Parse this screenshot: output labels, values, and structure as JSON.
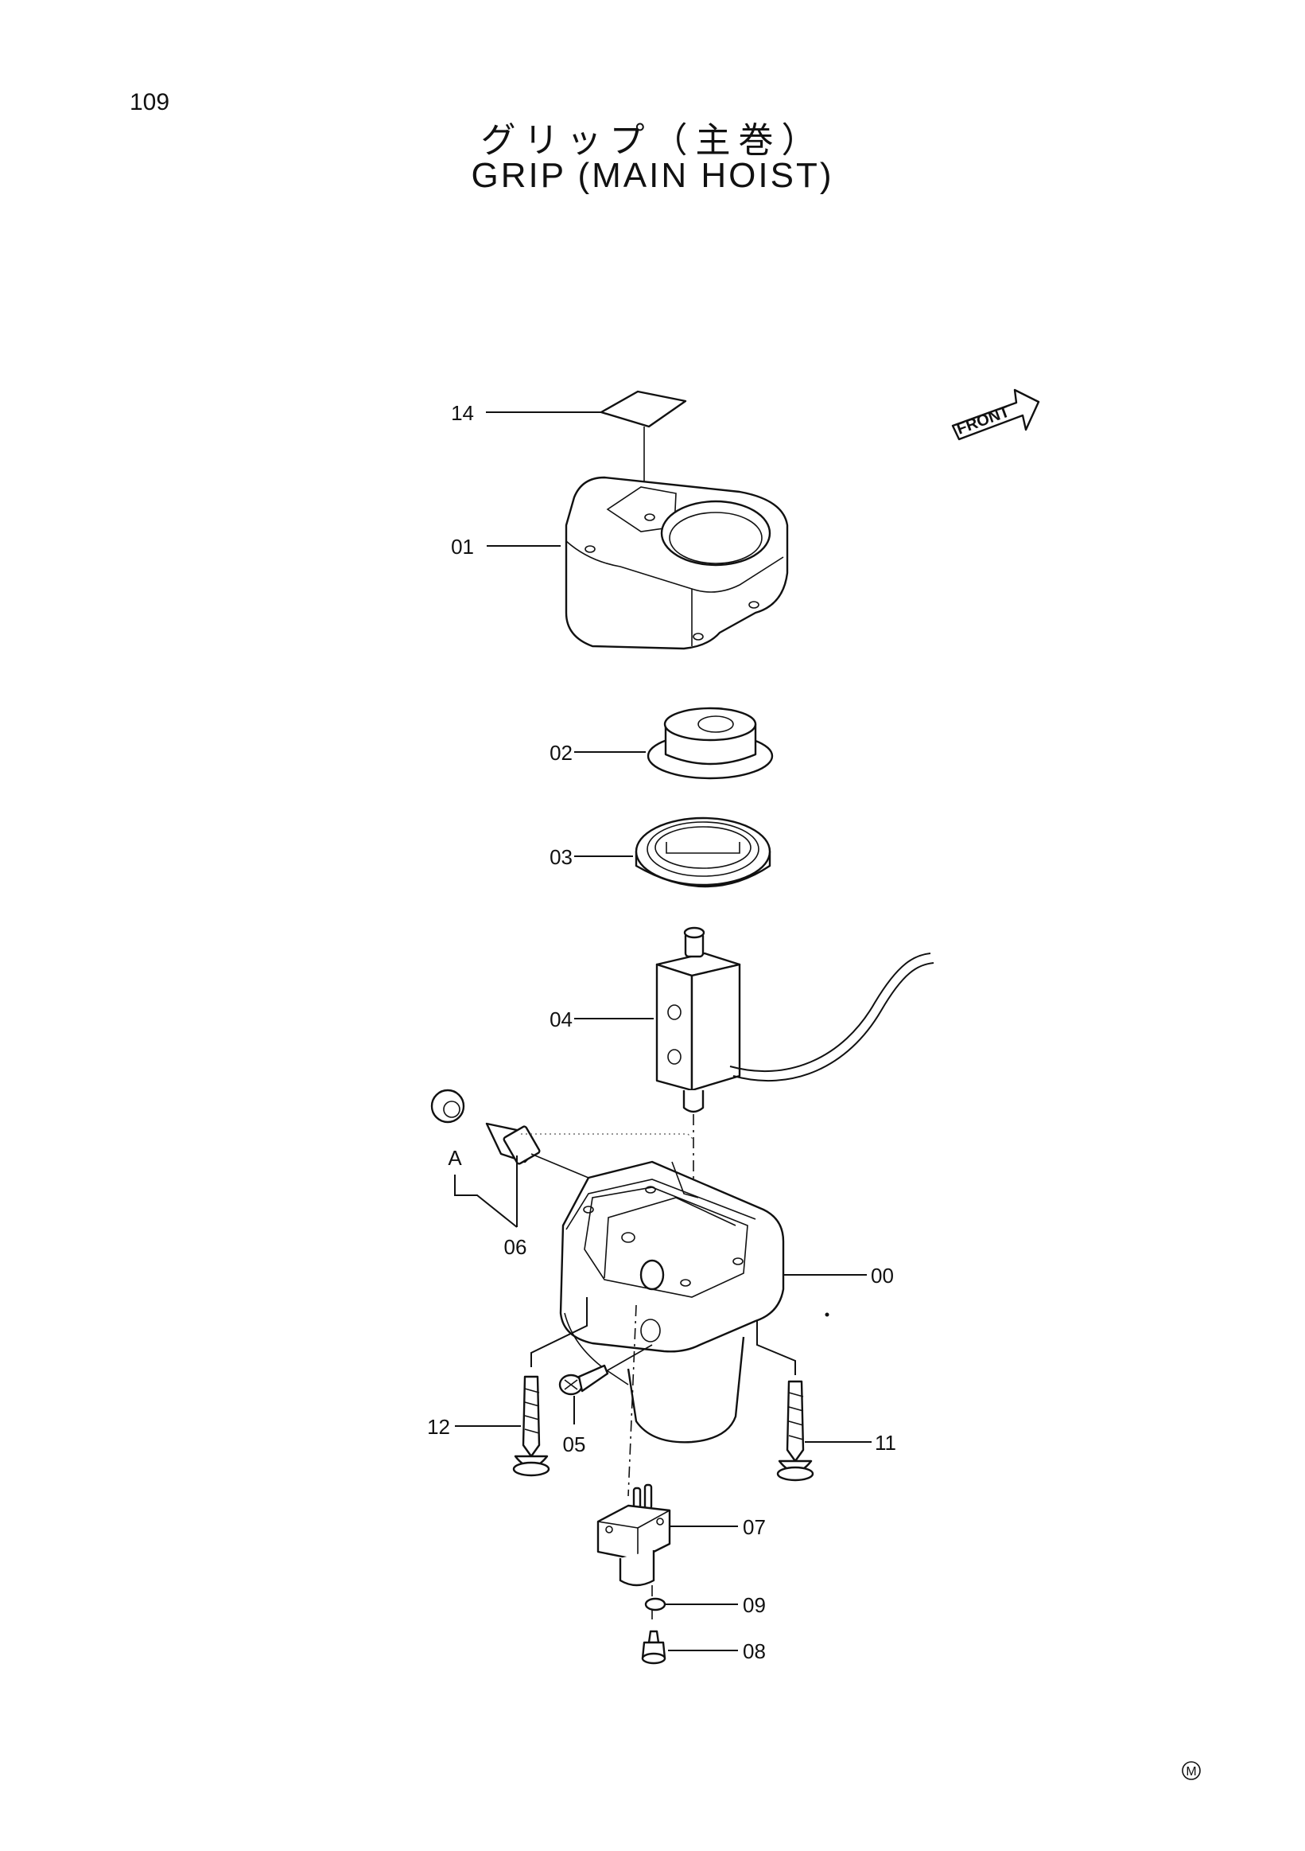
{
  "header": {
    "page_number": "109",
    "title_jp": "グリップ（主巻）",
    "title_en": "GRIP (MAIN HOIST)"
  },
  "front_marker": {
    "text": "FRONT"
  },
  "callouts": {
    "p14": "14",
    "p01": "01",
    "p02": "02",
    "p03": "03",
    "p04": "04",
    "p06": "06",
    "p00": "00",
    "p12": "12",
    "p05": "05",
    "p11": "11",
    "p07": "07",
    "p09": "09",
    "p08": "08"
  },
  "detail_label": "A",
  "footer_mark": "M"
}
